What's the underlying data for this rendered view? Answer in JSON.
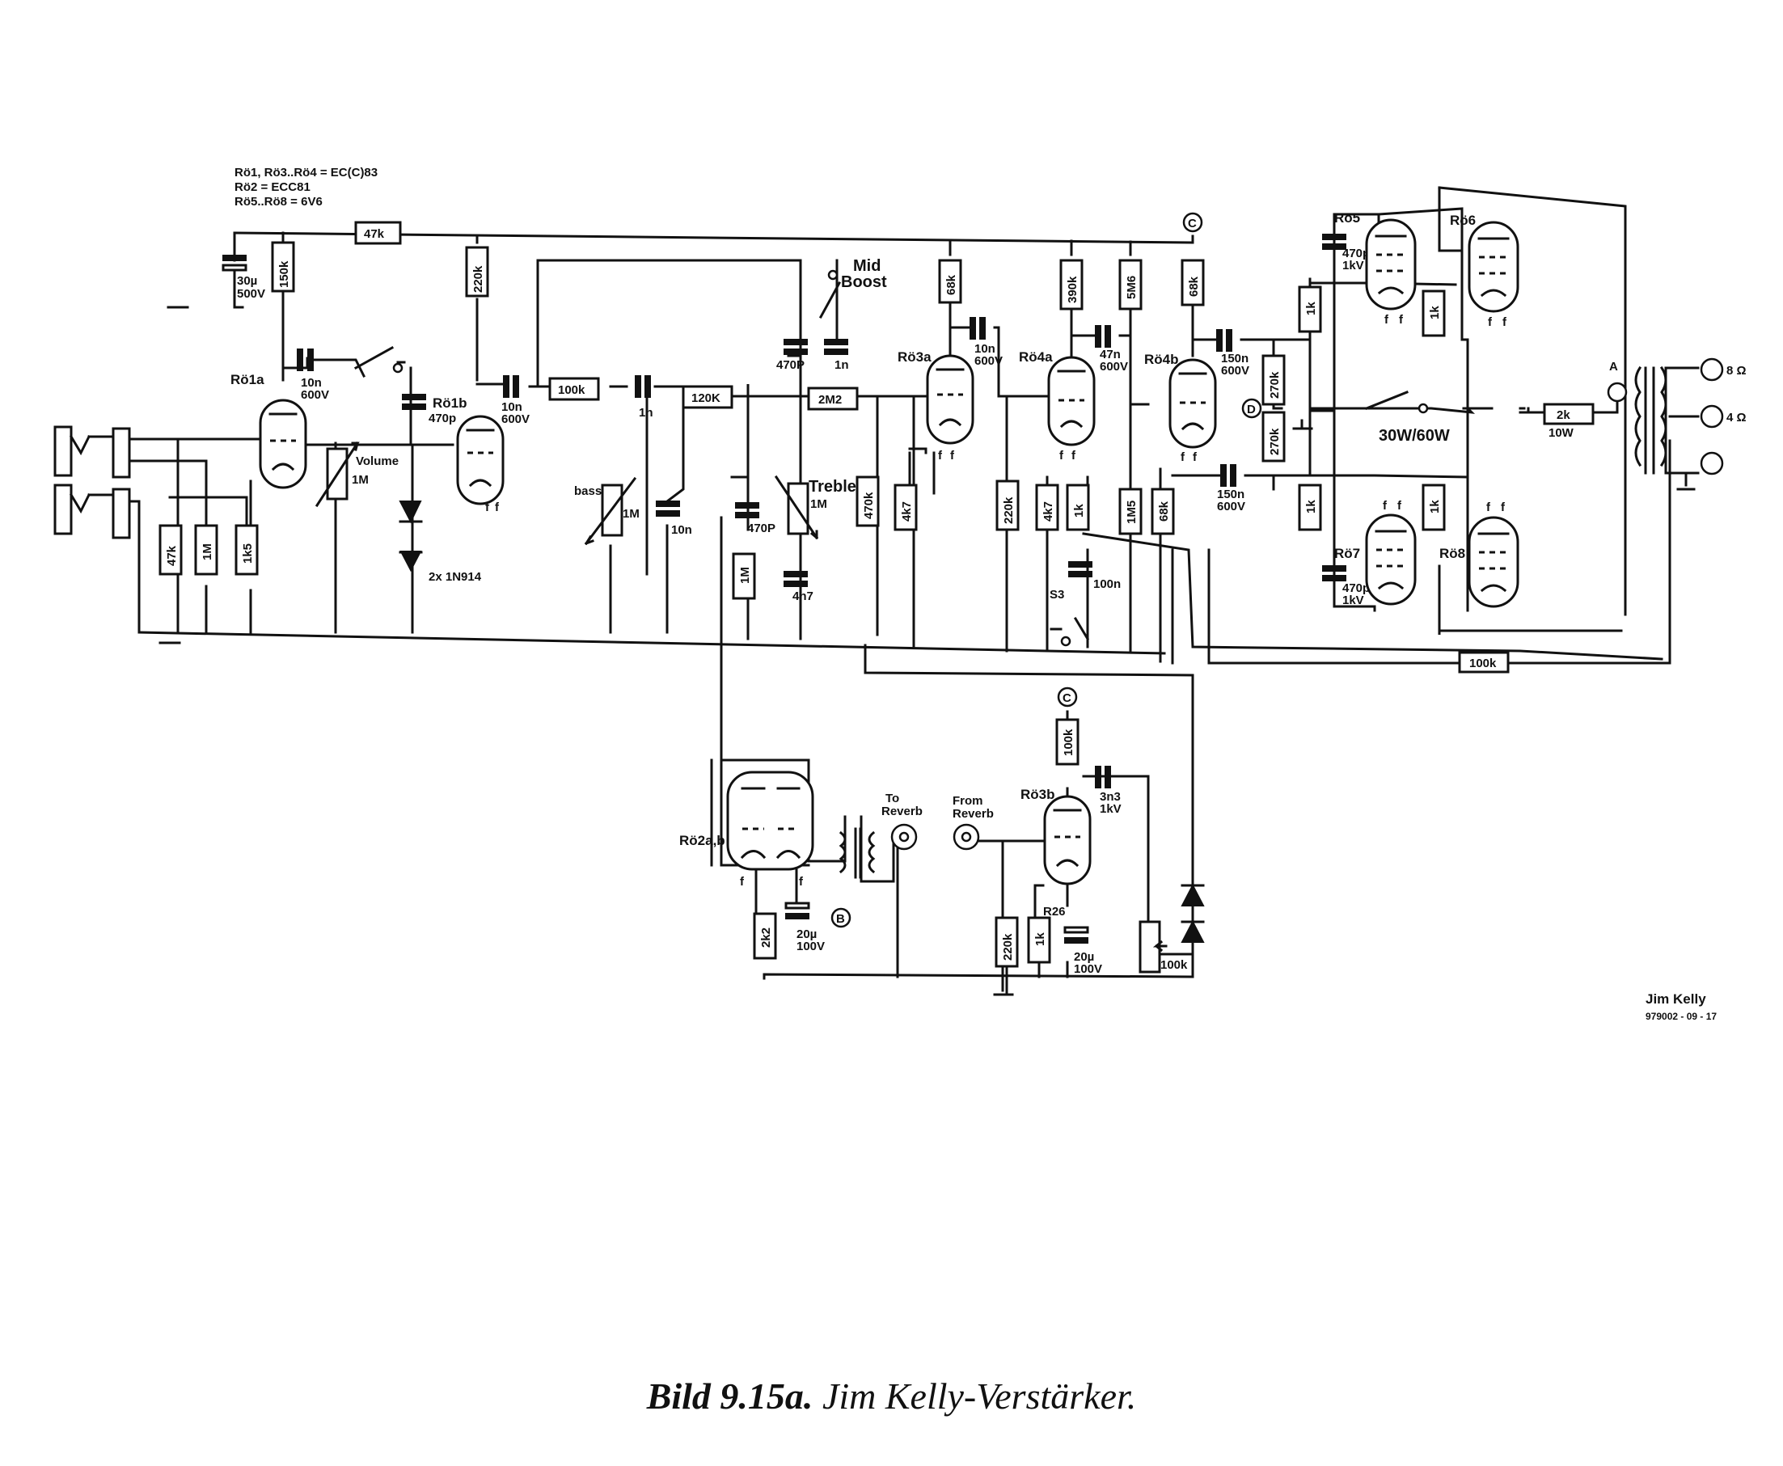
{
  "header_notes": [
    "Rö1, Rö3..Rö4 = EC(C)83",
    "Rö2 = ECC81",
    "Rö5..Rö8 = 6V6"
  ],
  "tubes": {
    "ro1a": "Rö1a",
    "ro1b": "Rö1b",
    "ro2": "Rö2a,b",
    "ro3a": "Rö3a",
    "ro3b": "Rö3b",
    "ro4a": "Rö4a",
    "ro4b": "Rö4b",
    "ro5": "Rö5",
    "ro6": "Rö6",
    "ro7": "Rö7",
    "ro8": "Rö8"
  },
  "resistors": {
    "r47k_top": "47k",
    "r150k": "150k",
    "r220k_ro1b": "220k",
    "r68k_ro3a": "68k",
    "r390k": "390k",
    "r5m6": "5M6",
    "r68k_ro4b": "68k",
    "r47k_in": "47k",
    "r1m_in": "1M",
    "r1k5": "1k5",
    "r100k_tone": "100k",
    "r120k": "120K",
    "r2m2": "2M2",
    "r470k": "470k",
    "r4k7_ro3a": "4k7",
    "r220k_ro4a": "220k",
    "r4k7_ro4a": "4k7",
    "r1k_ro4a": "1k",
    "r1m5": "1M5",
    "r68k_ro4b_k": "68k",
    "r1m_treble": "1M",
    "r270k_a": "270k",
    "r270k_b": "270k",
    "r1k_ro5": "1k",
    "r1k_ro6": "1k",
    "r1k_ro7": "1k",
    "r1k_ro8": "1k",
    "r2k": "2k",
    "r2k_power": "10W",
    "r100k_fb": "100k",
    "r100k_ro3b": "100k",
    "r2k2": "2k2",
    "r220k_rev": "220k",
    "r1k_rev": "1k",
    "r26": "R26"
  },
  "capacitors": {
    "c30u": "30µ",
    "c30u_v": "500V",
    "c10n_a": "10n",
    "c10n_a_v": "600V",
    "c470p": "470p",
    "c10n_b": "10n",
    "c10n_b_v": "600V",
    "c1n_tone": "1n",
    "c10n_bass": "10n",
    "c470p_mid": "470P",
    "c1n_mid": "1n",
    "c470p_treble": "470P",
    "c4n7": "4n7",
    "c10n_ro3a": "10n",
    "c10n_ro3a_v": "600V",
    "c47n": "47n",
    "c47n_v": "600V",
    "c100n": "100n",
    "c150n_a": "150n",
    "c150n_a_v": "600V",
    "c150n_b": "150n",
    "c150n_b_v": "600V",
    "c470p_ro5": "470p",
    "c470p_ro5_v": "1kV",
    "c470p_ro7": "470p",
    "c470p_ro7_v": "1kV",
    "c20u_a": "20µ",
    "c20u_a_v": "100V",
    "c3n3": "3n3",
    "c3n3_v": "1kV",
    "c20u_b": "20µ",
    "c20u_b_v": "100V"
  },
  "controls": {
    "volume": "Volume",
    "volume_val": "1M",
    "bass": "bass",
    "bass_val": "1M",
    "treble": "Treble",
    "treble_val": "1M",
    "mid_boost": "Mid\nBoost",
    "s3": "S3",
    "mode": "30W/60W",
    "rev_pot": "100k"
  },
  "misc": {
    "diodes": "2x 1N914",
    "to_reverb": "To\nReverb",
    "from_reverb": "From\nReverb",
    "node_c": "C",
    "node_d": "D",
    "node_b": "B",
    "node_a": "A",
    "out_8": "8 Ω",
    "out_4": "4 Ω",
    "filament": "f"
  },
  "caption_num": "Bild 9.15a.",
  "caption_text": "Jim Kelly-Verstärker.",
  "author": "Jim Kelly",
  "doc_number": "979002 - 09 - 17"
}
